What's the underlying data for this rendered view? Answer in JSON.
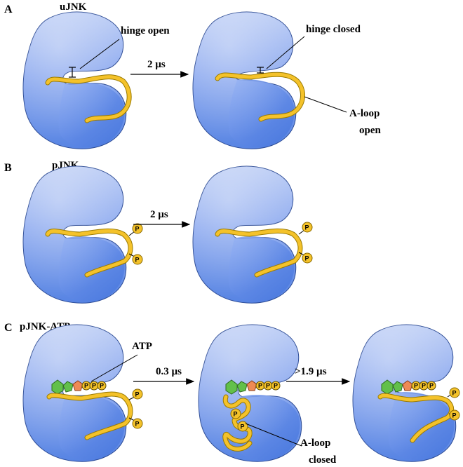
{
  "panels": [
    {
      "label": "A",
      "title": "uJNK",
      "annotations": [
        "hinge open",
        "hinge closed",
        "A-loop",
        "open"
      ],
      "transitions": [
        "2 µs"
      ]
    },
    {
      "label": "B",
      "title": "pJNK",
      "transitions": [
        "2 µs"
      ]
    },
    {
      "label": "C",
      "title": "pJNK-ATP",
      "annotations": [
        "ATP",
        "A-loop",
        "closed"
      ],
      "transitions": [
        "0.3 µs",
        ">1.9 µs"
      ]
    }
  ],
  "phospho_symbol": "P",
  "colors": {
    "protein_light": "#b7c9f4",
    "protein_dark": "#4f7fe0",
    "loop": "#f4c22a",
    "loop_edge": "#9a7a00",
    "atp_green": "#62c04a",
    "atp_orange": "#ee8a55",
    "phosphate": "#f4c22a"
  }
}
